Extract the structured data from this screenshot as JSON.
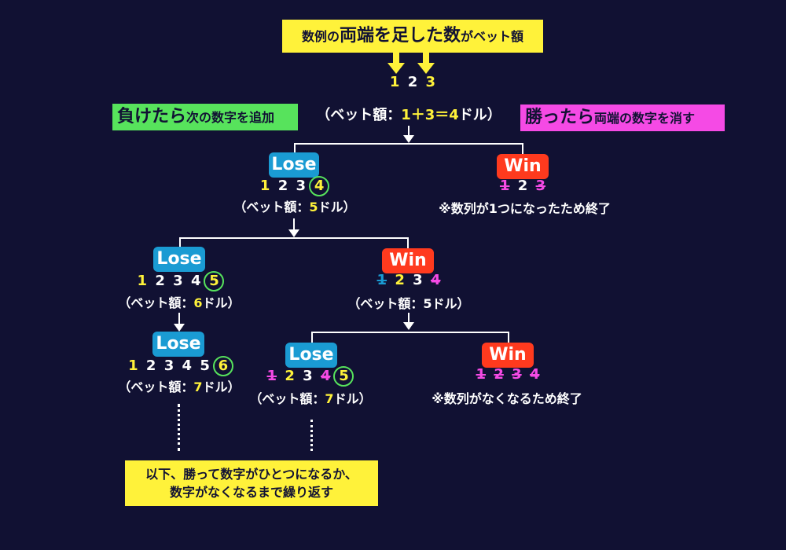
{
  "header": {
    "p1": "数例の",
    "p2": "両端を足した数",
    "p3": "がベット額"
  },
  "top_seq": [
    "1",
    "2",
    "3"
  ],
  "top_bet": {
    "open": "（ベット額：",
    "expr": "1＋3＝4",
    "close": "ドル）"
  },
  "lose_rule": {
    "big": "負けたら",
    "small": "次の数字を追加"
  },
  "win_rule": {
    "big": "勝ったら",
    "small": "両端の数字を消す"
  },
  "labels": {
    "lose": "Lose",
    "win": "Win"
  },
  "n1": {
    "seq": [
      "1",
      "2",
      "3"
    ],
    "circ": "4",
    "bet_open": "（ベット額：",
    "bet_val": "5",
    "bet_close": "ドル）"
  },
  "n2": {
    "seq": [
      "1",
      "2",
      "3"
    ],
    "note": "※数列が1つになったため終了"
  },
  "n3": {
    "seq": [
      "1",
      "2",
      "3",
      "4"
    ],
    "circ": "5",
    "bet_open": "（ベット額：",
    "bet_val": "6",
    "bet_close": "ドル）"
  },
  "n4": {
    "seq": [
      "1",
      "2",
      "3",
      "4"
    ],
    "bet": "（ベット額：5ドル）"
  },
  "n5": {
    "seq": [
      "1",
      "2",
      "3",
      "4",
      "5"
    ],
    "circ": "6",
    "bet_open": "（ベット額：",
    "bet_val": "7",
    "bet_close": "ドル）"
  },
  "n6": {
    "seq": [
      "1",
      "2",
      "3",
      "4"
    ],
    "circ": "5",
    "bet_open": "（ベット額：",
    "bet_val": "7",
    "bet_close": "ドル）"
  },
  "n7": {
    "seq": [
      "1",
      "2",
      "3",
      "4"
    ],
    "note": "※数列がなくなるため終了"
  },
  "footer": {
    "line1": "以下、勝って数字がひとつになるか、",
    "line2": "数字がなくなるまで繰り返す"
  },
  "colors": {
    "bg": "#111133",
    "yellow": "#fff23a",
    "green": "#57e35c",
    "magenta": "#f54ae5",
    "lose_blue": "#1a9bd3",
    "win_red": "#ff3a1e"
  }
}
